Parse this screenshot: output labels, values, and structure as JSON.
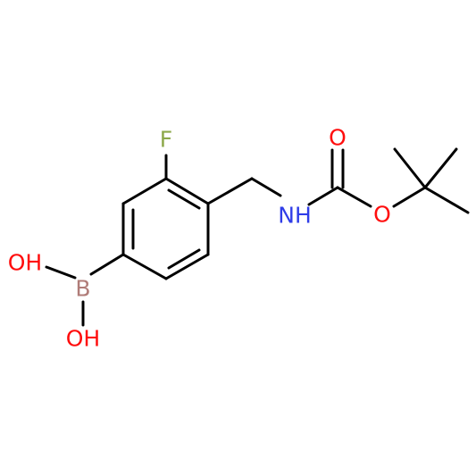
{
  "atoms": {
    "fluorine": "F",
    "boron": "B",
    "hydroxyl_top": "OH",
    "hydroxyl_bottom": "OH",
    "amine": "NH",
    "carbonyl_oxygen": "O",
    "ester_oxygen": "O"
  },
  "colors": {
    "bond": "#000000",
    "fluorine": "#8ca84a",
    "boron": "#b07c78",
    "oxygen": "#ff0d0d",
    "nitrogen": "#2f3de8",
    "background": "#ffffff"
  }
}
